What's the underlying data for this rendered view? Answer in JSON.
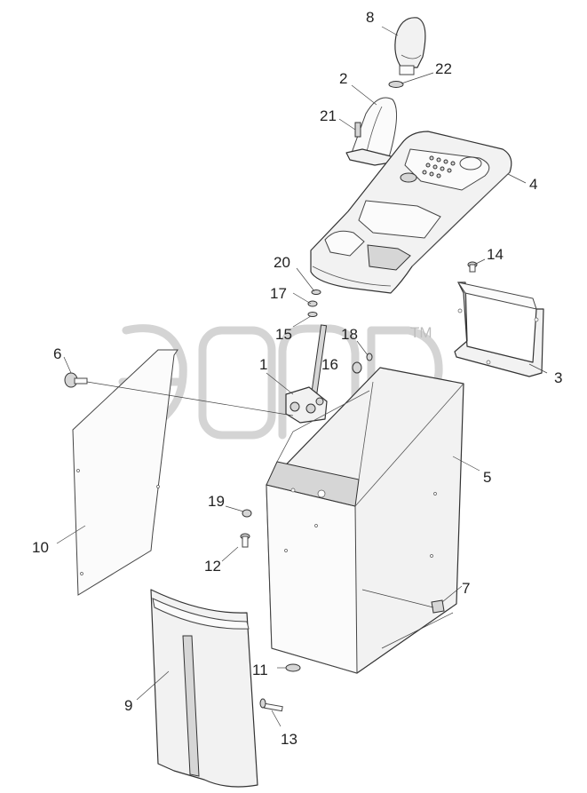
{
  "diagram": {
    "watermark_mark": "TM",
    "callouts": [
      {
        "id": "c8",
        "label": "8"
      },
      {
        "id": "c22",
        "label": "22"
      },
      {
        "id": "c2",
        "label": "2"
      },
      {
        "id": "c21",
        "label": "21"
      },
      {
        "id": "c4",
        "label": "4"
      },
      {
        "id": "c14",
        "label": "14"
      },
      {
        "id": "c20",
        "label": "20"
      },
      {
        "id": "c17",
        "label": "17"
      },
      {
        "id": "c15",
        "label": "15"
      },
      {
        "id": "c18",
        "label": "18"
      },
      {
        "id": "c16",
        "label": "16"
      },
      {
        "id": "c1",
        "label": "1"
      },
      {
        "id": "c6",
        "label": "6"
      },
      {
        "id": "c3",
        "label": "3"
      },
      {
        "id": "c5",
        "label": "5"
      },
      {
        "id": "c19",
        "label": "19"
      },
      {
        "id": "c10",
        "label": "10"
      },
      {
        "id": "c12",
        "label": "12"
      },
      {
        "id": "c7",
        "label": "7"
      },
      {
        "id": "c11",
        "label": "11"
      },
      {
        "id": "c9",
        "label": "9"
      },
      {
        "id": "c13",
        "label": "13"
      }
    ]
  }
}
